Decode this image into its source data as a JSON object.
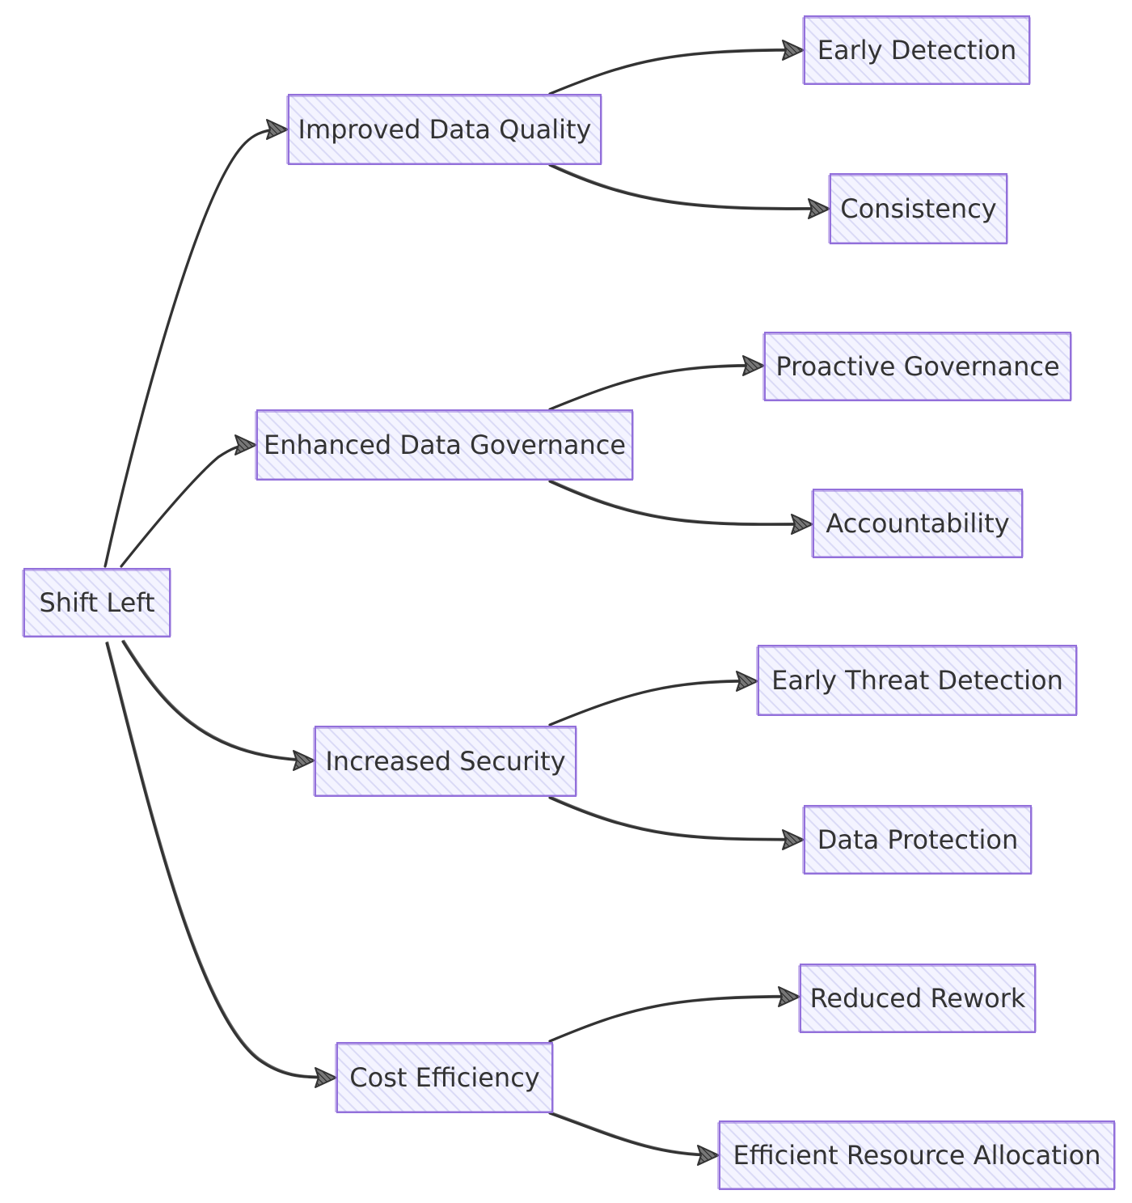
{
  "nodes": [
    {
      "id": "shift-left",
      "label": "Shift Left"
    },
    {
      "id": "improved-data-quality",
      "label": "Improved Data Quality"
    },
    {
      "id": "enhanced-data-governance",
      "label": "Enhanced Data Governance"
    },
    {
      "id": "increased-security",
      "label": "Increased Security"
    },
    {
      "id": "cost-efficiency",
      "label": "Cost Efficiency"
    },
    {
      "id": "early-detection",
      "label": "Early Detection"
    },
    {
      "id": "consistency",
      "label": "Consistency"
    },
    {
      "id": "proactive-governance",
      "label": "Proactive Governance"
    },
    {
      "id": "accountability",
      "label": "Accountability"
    },
    {
      "id": "early-threat-detection",
      "label": "Early Threat Detection"
    },
    {
      "id": "data-protection",
      "label": "Data Protection"
    },
    {
      "id": "reduced-rework",
      "label": "Reduced Rework"
    },
    {
      "id": "efficient-resource-allocation",
      "label": "Efficient Resource Allocation"
    }
  ],
  "edges": [
    {
      "from": "shift-left",
      "to": "improved-data-quality"
    },
    {
      "from": "shift-left",
      "to": "enhanced-data-governance"
    },
    {
      "from": "shift-left",
      "to": "increased-security"
    },
    {
      "from": "shift-left",
      "to": "cost-efficiency"
    },
    {
      "from": "improved-data-quality",
      "to": "early-detection"
    },
    {
      "from": "improved-data-quality",
      "to": "consistency"
    },
    {
      "from": "enhanced-data-governance",
      "to": "proactive-governance"
    },
    {
      "from": "enhanced-data-governance",
      "to": "accountability"
    },
    {
      "from": "increased-security",
      "to": "early-threat-detection"
    },
    {
      "from": "increased-security",
      "to": "data-protection"
    },
    {
      "from": "cost-efficiency",
      "to": "reduced-rework"
    },
    {
      "from": "cost-efficiency",
      "to": "efficient-resource-allocation"
    }
  ],
  "colors": {
    "node_fill": "#ececff",
    "node_stroke": "#9370db",
    "edge": "#333333",
    "text": "#333333"
  }
}
